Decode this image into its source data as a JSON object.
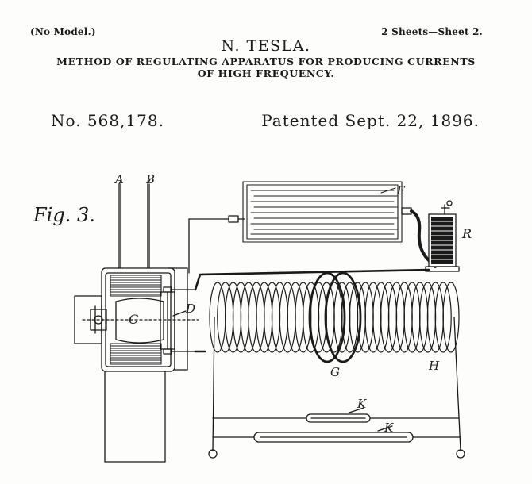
{
  "header": {
    "no_model": "(No Model.)",
    "sheets": "2 Sheets—Sheet 2.",
    "inventor": "N. TESLA.",
    "title_line1": "METHOD OF REGULATING APPARATUS FOR PRODUCING CURRENTS",
    "title_line2": "OF HIGH FREQUENCY."
  },
  "patent": {
    "number": "No. 568,178.",
    "date": "Patented Sept. 22, 1896."
  },
  "figure": {
    "label": "Fig. 3.",
    "parts": {
      "A": "A",
      "B": "B",
      "C": "C",
      "D": "D",
      "F": "F",
      "G": "G",
      "H": "H",
      "K1": "K",
      "K2": "K",
      "R": "R"
    }
  },
  "colors": {
    "paper": "#fdfdfb",
    "ink": "#1a1a1a"
  }
}
